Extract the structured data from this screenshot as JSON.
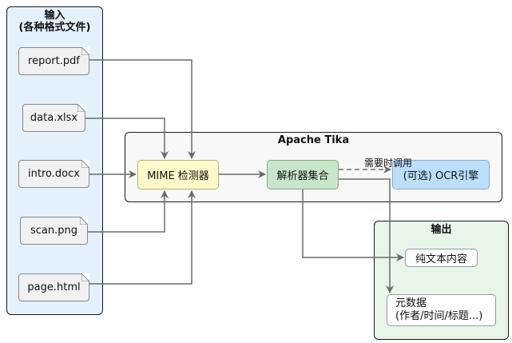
{
  "input_group": {
    "title_line1": "输入",
    "title_line2": "(各种格式文件)",
    "files": [
      {
        "label": "report.pdf"
      },
      {
        "label": "data.xlsx"
      },
      {
        "label": "intro.docx"
      },
      {
        "label": "scan.png"
      },
      {
        "label": "page.html"
      }
    ]
  },
  "tika_group": {
    "title": "Apache Tika",
    "mime_detector": "MIME 检测器",
    "parser_set": "解析器集合",
    "ocr_engine": "(可选) OCR引擎",
    "ocr_edge_label": "需要时调用"
  },
  "output_group": {
    "title": "输出",
    "plain_text": "纯文本内容",
    "metadata_line1": "元数据",
    "metadata_line2": "(作者/时间/标题...)"
  },
  "colors": {
    "input_bg": "#e3f1fd",
    "tika_bg": "#f8f8f8",
    "output_bg": "#e8f5e9",
    "mime_bg": "#fff9c9",
    "parser_bg": "#c8e6c9",
    "ocr_bg": "#bbdefb",
    "file_bg": "#f1f1f1",
    "edge": "#6b6b6b"
  }
}
